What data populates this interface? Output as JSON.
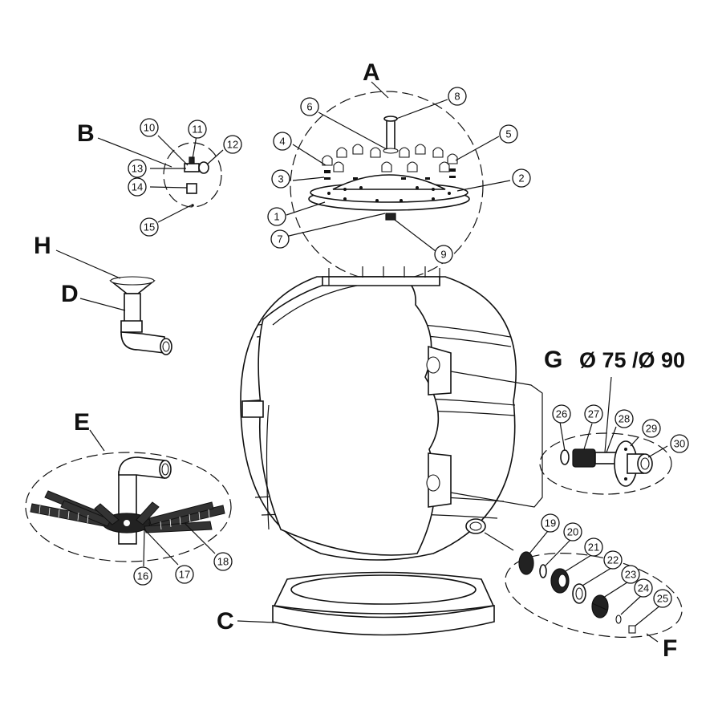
{
  "diagram": {
    "group_letters": {
      "A": "A",
      "B": "B",
      "C": "C",
      "D": "D",
      "E": "E",
      "F": "F",
      "G": "G",
      "H": "H"
    },
    "g_title": "Ø 75 /Ø 90",
    "callouts": [
      "1",
      "2",
      "3",
      "4",
      "5",
      "6",
      "7",
      "8",
      "9",
      "10",
      "11",
      "12",
      "13",
      "14",
      "15",
      "16",
      "17",
      "18",
      "19",
      "20",
      "21",
      "22",
      "23",
      "24",
      "25",
      "26",
      "27",
      "28",
      "29",
      "30"
    ]
  }
}
